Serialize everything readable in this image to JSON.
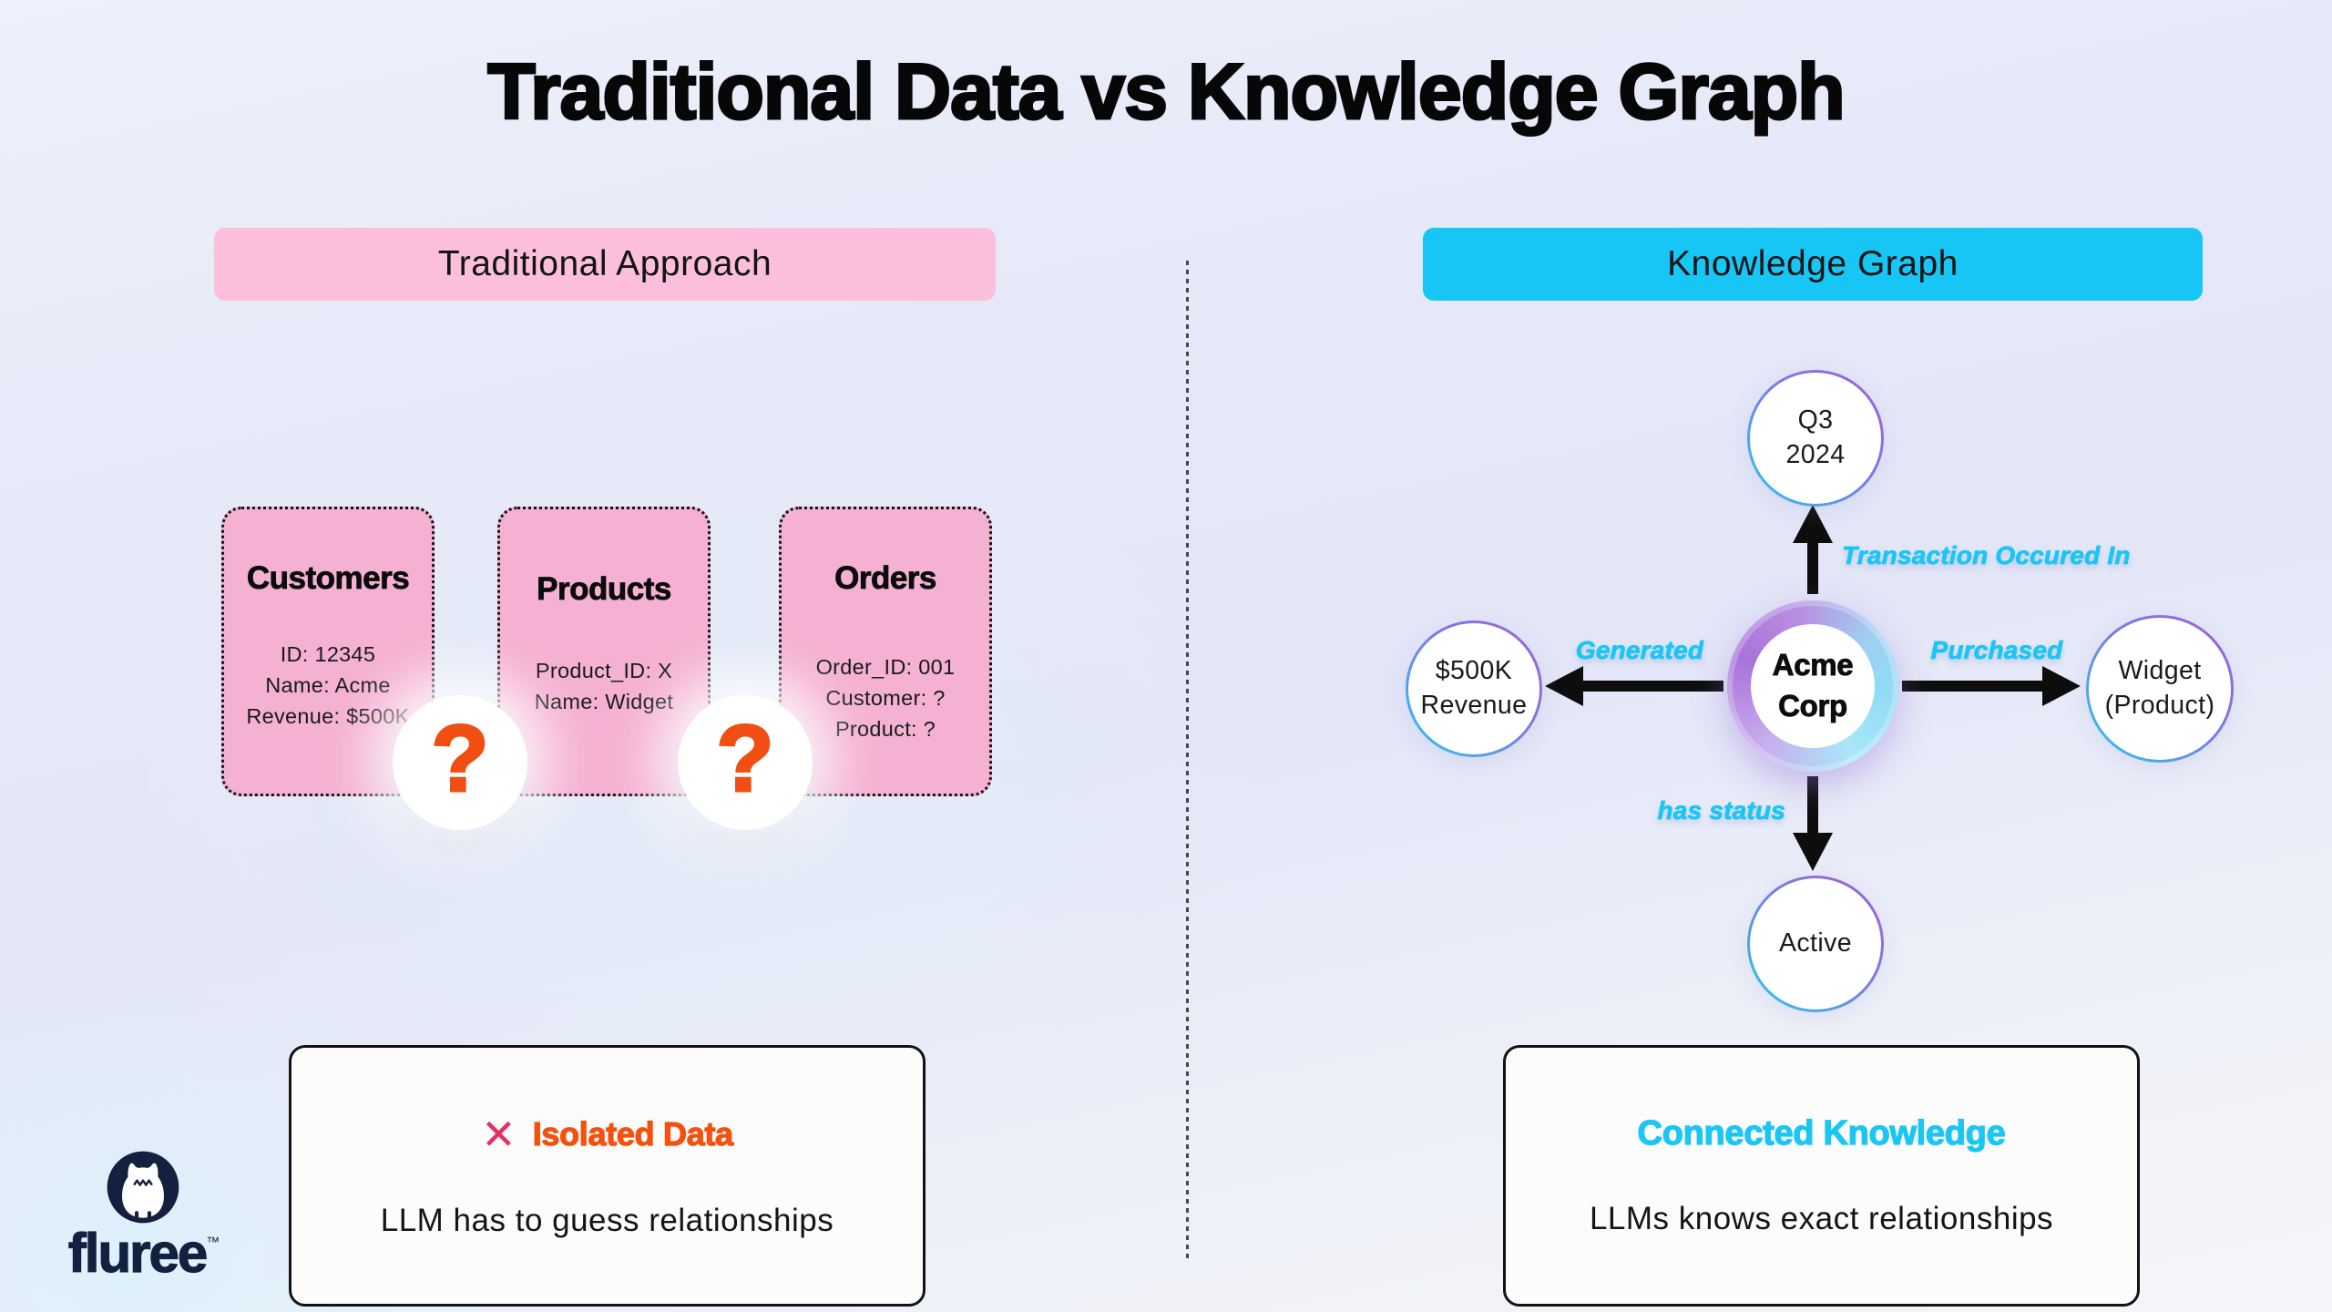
{
  "title": "Traditional Data vs Knowledge Graph",
  "colors": {
    "accent_cyan": "#1CC6F4",
    "header_pink": "#FBBFDC",
    "card_pink": "#F5B1D3",
    "alert_orange": "#F4510F",
    "cross_crimson": "#E5305F",
    "brand_navy": "#14203F",
    "arrow_black": "#0D0D0D"
  },
  "left": {
    "header": "Traditional Approach",
    "cards": [
      {
        "title": "Customers",
        "lines": [
          "ID: 12345",
          "Name: Acme",
          "Revenue: $500K"
        ]
      },
      {
        "title": "Products",
        "lines": [
          "Product_ID: X",
          "Name: Widget"
        ]
      },
      {
        "title": "Orders",
        "lines": [
          "Order_ID: 001",
          "Customer: ?",
          "Product: ?"
        ]
      }
    ],
    "question_mark": "?",
    "summary": {
      "icon": "✕",
      "title": "Isolated Data",
      "body": "LLM has to guess relationships"
    }
  },
  "right": {
    "header": "Knowledge Graph",
    "nodes": {
      "center": {
        "line1": "Acme",
        "line2": "Corp"
      },
      "top": {
        "line1": "Q3",
        "line2": "2024"
      },
      "left": {
        "line1": "$500K",
        "line2": "Revenue"
      },
      "right": {
        "line1": "Widget",
        "line2": "(Product)"
      },
      "bottom": {
        "line1": "Active"
      }
    },
    "edges": {
      "top": "Transaction Occured In",
      "left": "Generated",
      "right": "Purchased",
      "bottom": "has status"
    },
    "summary": {
      "title": "Connected Knowledge",
      "body": "LLMs knows exact relationships"
    }
  },
  "brand": {
    "wordmark": "fluree",
    "trademark": "™"
  }
}
